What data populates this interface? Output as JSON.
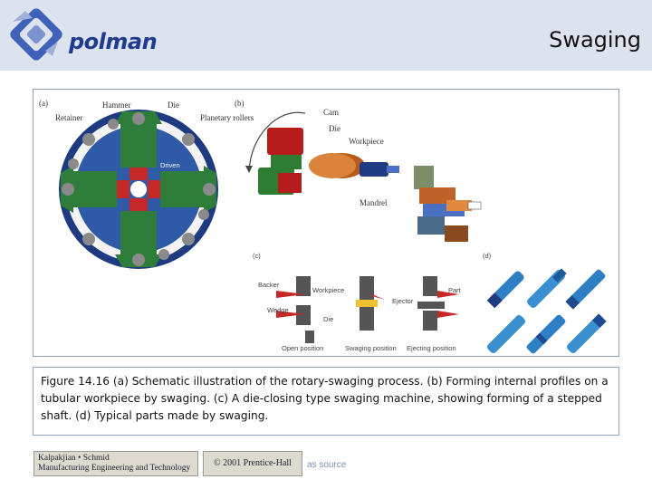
{
  "header": {
    "logo_text": "polman",
    "title": "Swaging"
  },
  "figure": {
    "panel_labels": {
      "a": "(a)",
      "b": "(b)",
      "c": "(c)",
      "d": "(d)"
    },
    "rotary_labels": {
      "hammer": "Hammer",
      "die": "Die",
      "retainer": "Retainer",
      "planetary": "Planetary rollers",
      "driven": "Driven"
    },
    "internal_labels": {
      "cam": "Cam",
      "die": "Die",
      "workpiece": "Workpiece",
      "mandrel": "Mandrel"
    },
    "die_closing_labels": {
      "backer": "Backer",
      "workpiece": "Workpiece",
      "wedge": "Wedge",
      "die": "Die",
      "ejector": "Ejector",
      "part": "Part"
    },
    "positions": [
      "Open position",
      "Swaging position",
      "Ejecting position"
    ]
  },
  "caption": "Figure 14.16 (a) Schematic illustration of the rotary-swaging process. (b) Forming internal profiles on a tubular workpiece by swaging. (c) A die-closing type swaging machine, showing forming of a stepped shaft. (d) Typical parts made by swaging.",
  "footer": {
    "book_line1": "Kalpakjian • Schmid",
    "book_line2": "Manufacturing Engineering and Technology",
    "copyright": "© 2001 Prentice-Hall",
    "source_text": "as source"
  }
}
